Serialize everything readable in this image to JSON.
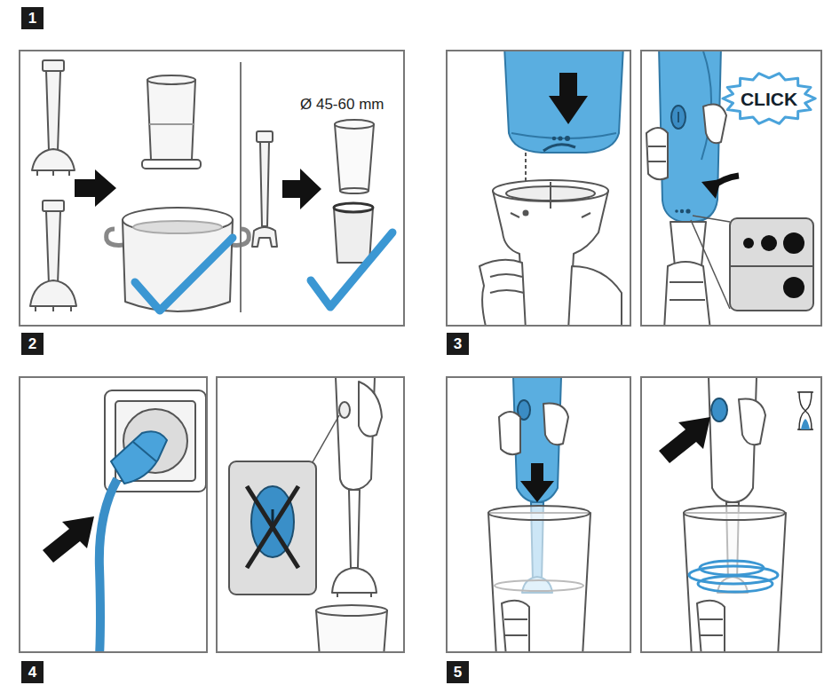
{
  "diagram": {
    "nodes": [
      {
        "text": [
          "1"
        ]
      },
      {
        "text": [
          "CLICK"
        ]
      },
      {
        "text": [
          "2"
        ]
      },
      {
        "text": [
          "3"
        ]
      },
      {
        "text": [
          "4"
        ]
      },
      {
        "text": [
          "5"
        ]
      }
    ],
    "labels": [
      "Ø 45-60 mm"
    ]
  }
}
